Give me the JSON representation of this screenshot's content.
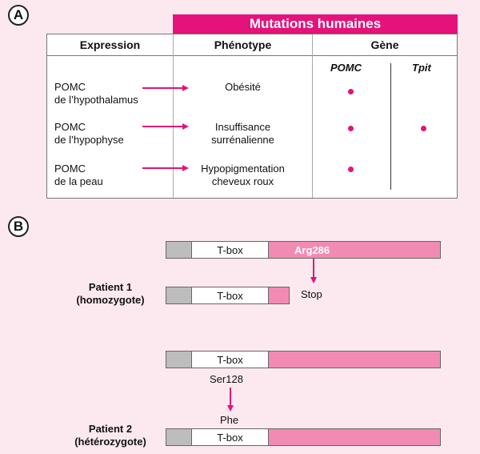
{
  "panel_a": {
    "label": "A",
    "banner": "Mutations humaines",
    "col_expression": "Expression",
    "col_phenotype": "Phénotype",
    "col_gene": "Gène",
    "gene_pomc": "POMC",
    "gene_tpit": "Tpit",
    "rows": [
      {
        "expr_l1": "POMC",
        "expr_l2": "de l’hypothalamus",
        "pheno_l1": "Obésité",
        "pheno_l2": ""
      },
      {
        "expr_l1": "POMC",
        "expr_l2": "de l’hypophyse",
        "pheno_l1": "Insuffisance",
        "pheno_l2": "surrénalienne"
      },
      {
        "expr_l1": "POMC",
        "expr_l2": "de la peau",
        "pheno_l1": "Hypopigmentation",
        "pheno_l2": "cheveux roux"
      }
    ]
  },
  "panel_b": {
    "label": "B",
    "tbox": "T-box",
    "arg286": "Arg286",
    "stop": "Stop",
    "patient1_l1": "Patient 1",
    "patient1_l2": "(homozygote)",
    "ser128": "Ser128",
    "phe": "Phe",
    "patient2_l1": "Patient 2",
    "patient2_l2": "(hétérozygote)"
  },
  "colors": {
    "accent": "#e4127a",
    "light_pink": "#f28bb4",
    "background": "#fbe9ef",
    "grey": "#bdbdbd"
  }
}
